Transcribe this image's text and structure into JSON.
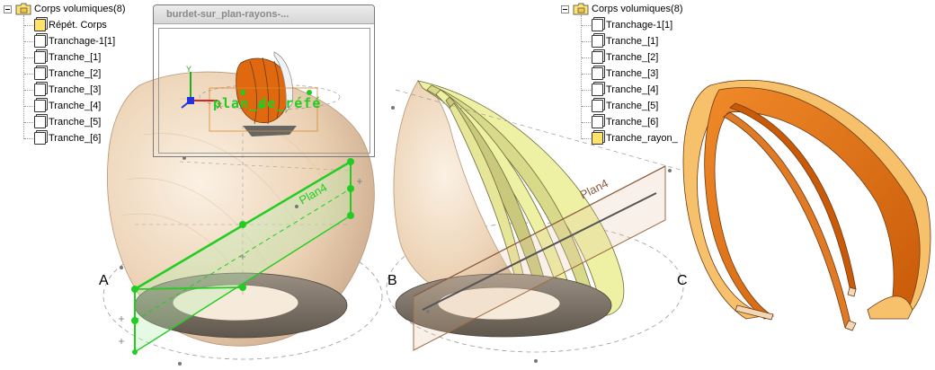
{
  "tree_left": {
    "root": "Corps volumiques(8)",
    "items": [
      {
        "label": "Répét. Corps",
        "icon": "pattern-body-icon",
        "highlight": true
      },
      {
        "label": "Tranchage-1[1]",
        "icon": "body-icon"
      },
      {
        "label": "Tranche_[1]",
        "icon": "body-icon"
      },
      {
        "label": "Tranche_[2]",
        "icon": "body-icon"
      },
      {
        "label": "Tranche_[3]",
        "icon": "body-icon"
      },
      {
        "label": "Tranche_[4]",
        "icon": "body-icon"
      },
      {
        "label": "Tranche_[5]",
        "icon": "body-icon"
      },
      {
        "label": "Tranche_[6]",
        "icon": "body-icon"
      }
    ]
  },
  "tree_right": {
    "root": "Corps volumiques(8)",
    "items": [
      {
        "label": "Tranchage-1[1]",
        "icon": "body-icon"
      },
      {
        "label": "Tranche_[1]",
        "icon": "body-icon"
      },
      {
        "label": "Tranche_[2]",
        "icon": "body-icon"
      },
      {
        "label": "Tranche_[3]",
        "icon": "body-icon"
      },
      {
        "label": "Tranche_[4]",
        "icon": "body-icon"
      },
      {
        "label": "Tranche_[5]",
        "icon": "body-icon"
      },
      {
        "label": "Tranche_[6]",
        "icon": "body-icon"
      },
      {
        "label": "Tranche_rayon_",
        "icon": "body-icon",
        "highlight": true
      }
    ]
  },
  "preview": {
    "title": "burdet-sur_plan-rayons-...",
    "overlay_text": "plan_de_réfé"
  },
  "panels": {
    "a": "A",
    "b": "B",
    "c": "C"
  },
  "plane_labels": {
    "a": "Plan4",
    "b": "Plan4"
  },
  "colors": {
    "wood_light": "#f2dcc4",
    "wood_shadow": "#c9a98a",
    "ring_gray": "#8c8276",
    "selection_green": "#22cc22",
    "slice_yellow": "#eff0a6",
    "slice_orange": "#e0690f",
    "slice_light_orange": "#f7c06a",
    "plane_brown": "#8a5a3c"
  }
}
